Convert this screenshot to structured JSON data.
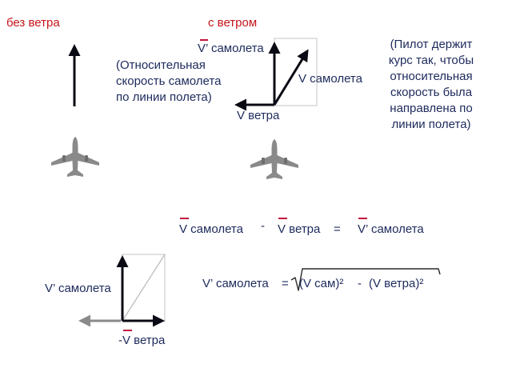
{
  "headers": {
    "no_wind": "без ветра",
    "with_wind": "с ветром"
  },
  "left_note": "(Относительная\nскорость самолета\nпо линии полета)",
  "right_note": "(Пилот держит\nкурс так, чтобы\nотносительная\nскорость была\nнаправлена по\nлинии полета)",
  "labels": {
    "v_prime_plane_top": "V’ самолета",
    "v_plane": "V самолета",
    "v_wind": "V ветра",
    "v_prime_plane_bottom": "V’ самолета",
    "minus_v_wind": "-V ветра"
  },
  "equation": {
    "term1": "V самолета",
    "minus": "-",
    "term2": "V ветра",
    "equals": "=",
    "result": "V’ самолета"
  },
  "formula": {
    "lhs": "V’ самолета",
    "eq": "=",
    "term1": "(V сам)²",
    "minus": "-",
    "term2": "(V ветра)²"
  },
  "colors": {
    "vector": "#0a0a14",
    "gray_vector": "#8a8a8a",
    "text": "#1d2a5c",
    "header": "#c5141a",
    "overbar": "#c3143c",
    "airplane": "#8a8a8a"
  }
}
